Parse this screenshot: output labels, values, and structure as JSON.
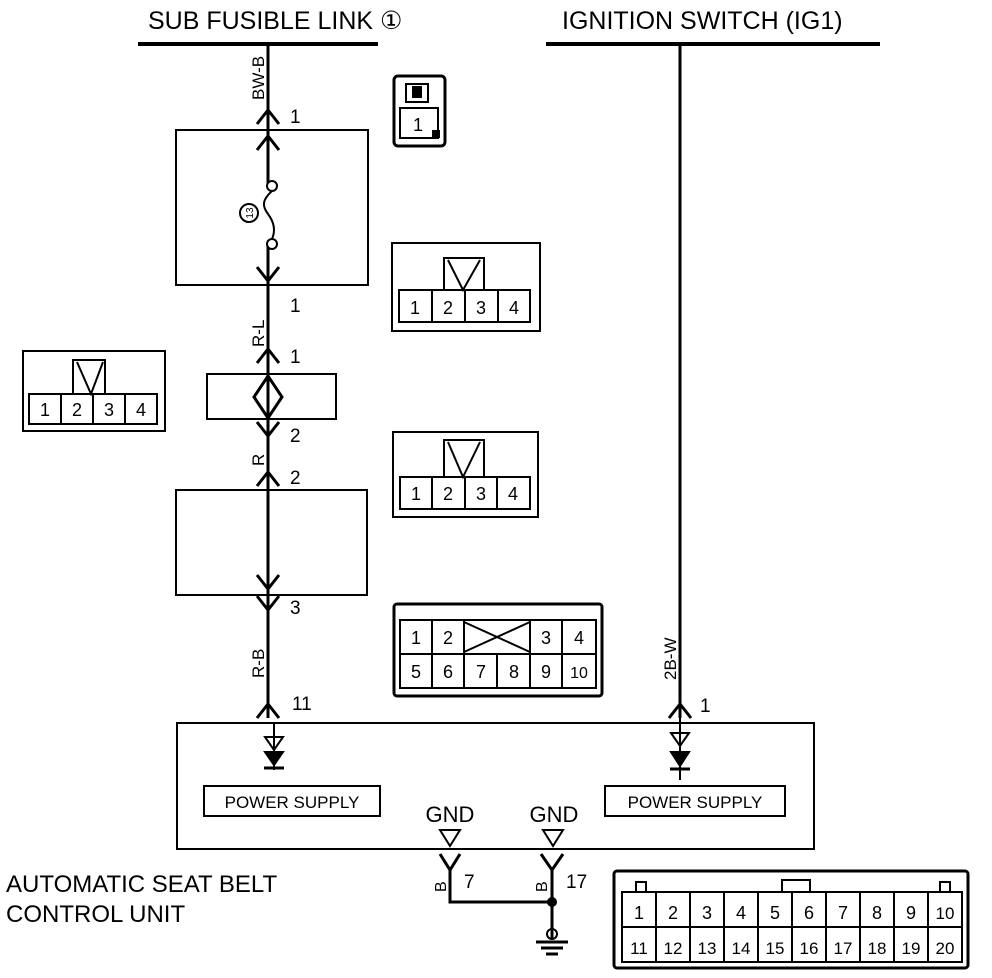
{
  "labels": {
    "sub_fusible_link": "SUB FUSIBLE LINK ①",
    "ignition_switch": "IGNITION SWITCH (IG1)",
    "control_unit_line1": "AUTOMATIC SEAT BELT",
    "control_unit_line2": "CONTROL UNIT",
    "power_supply": "POWER SUPPLY",
    "gnd": "GND",
    "fuse_number": "13"
  },
  "wires": {
    "top": "BW-B",
    "second": "R-L",
    "third": "R",
    "fourth": "R-B",
    "ignition": "2B-W",
    "ground": "B"
  },
  "pins": {
    "p1": "1",
    "p2": "2",
    "p3": "3",
    "p7": "7",
    "p11": "11",
    "p17": "17"
  },
  "connectors": {
    "single": [
      "1"
    ],
    "four": [
      "1",
      "2",
      "3",
      "4"
    ],
    "ten_top": [
      "1",
      "2",
      "3",
      "4"
    ],
    "ten_bottom": [
      "5",
      "6",
      "7",
      "8",
      "9",
      "10"
    ],
    "twenty_top": [
      "1",
      "2",
      "3",
      "4",
      "5",
      "6",
      "7",
      "8",
      "9",
      "10"
    ],
    "twenty_bottom": [
      "11",
      "12",
      "13",
      "14",
      "15",
      "16",
      "17",
      "18",
      "19",
      "20"
    ]
  }
}
